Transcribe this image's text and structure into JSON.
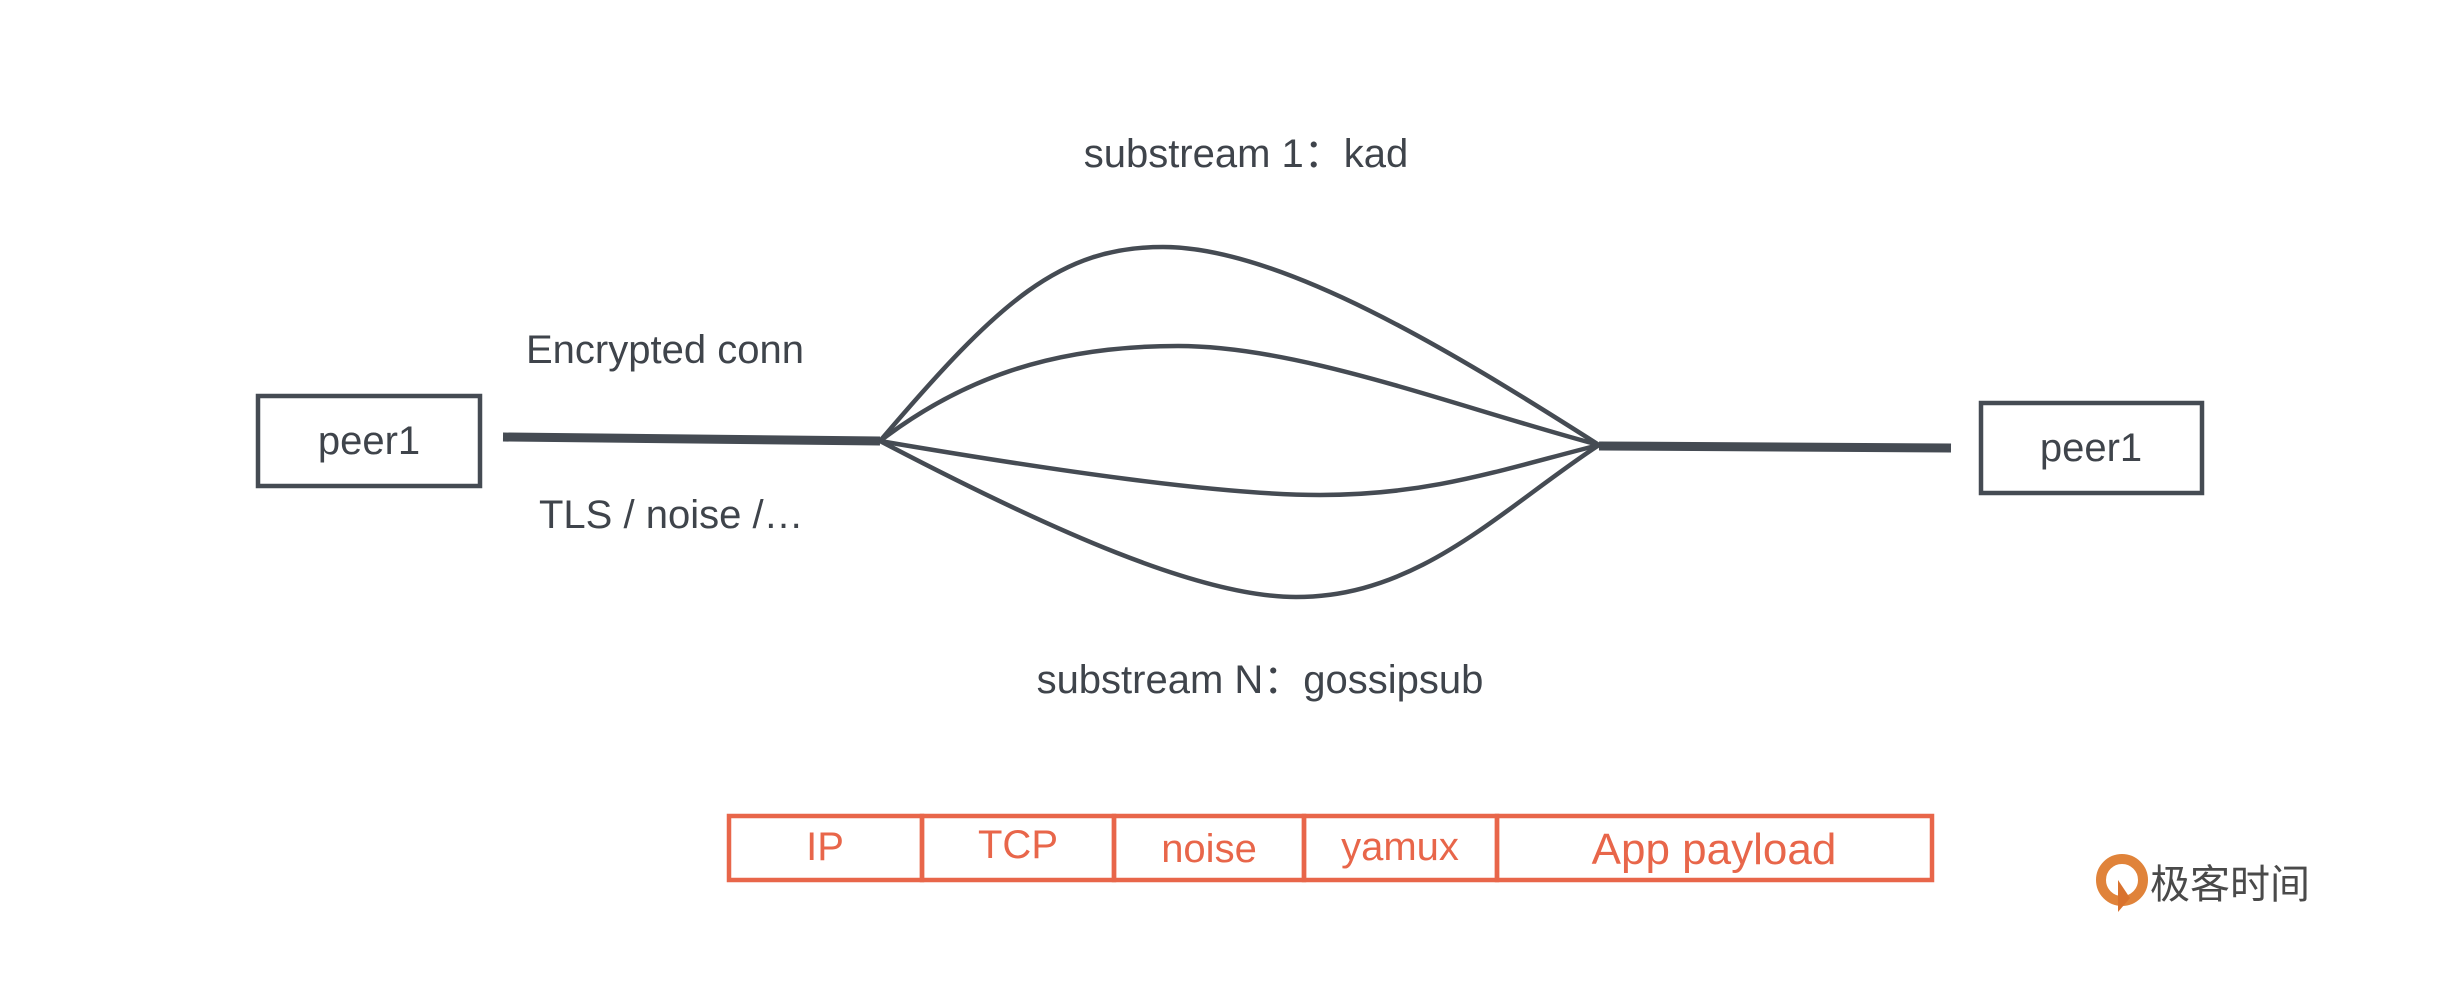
{
  "peers": {
    "left": "peer1",
    "right": "peer1"
  },
  "labels": {
    "substream_top": "substream 1：kad",
    "substream_bottom": "substream N：gossipsub",
    "conn_top": "Encrypted conn",
    "conn_bottom": "TLS / noise /…"
  },
  "stack": [
    "IP",
    "TCP",
    "noise",
    "yamux",
    "App payload"
  ],
  "logo": {
    "text": "极客时间"
  },
  "colors": {
    "line": "#454b53",
    "stack": "#e8664a",
    "logo": "#e0833a"
  }
}
